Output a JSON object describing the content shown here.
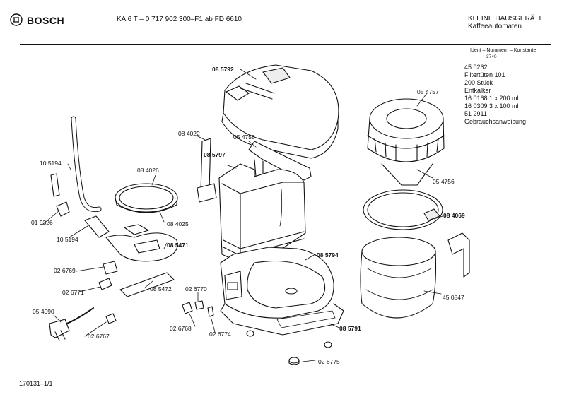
{
  "header": {
    "brand": "BOSCH",
    "model_line": "KA 6 T – 0 717 902 300–F1 ab FD 6610",
    "category_line1": "KLEINE HAUSGERÄTE",
    "category_line2": "Kaffeeautomaten",
    "ident_label": "Ident – Nummern – Konstante",
    "ident_number": "3740"
  },
  "accessories": [
    "45 0262",
    "Filtertüten 101",
    "200 Stück",
    "Entkalker",
    "16 0168    1 x 200 ml",
    "16 0309    3 x 100 ml",
    "51 2911",
    "Gebrauchsanweisung"
  ],
  "part_labels": {
    "p085792": "08 5792",
    "p084022": "08 4022",
    "p054755": "05 4755",
    "p085797": "08 5797",
    "p054757": "05 4757",
    "p054756": "05 4756",
    "p105194a": "10 5194",
    "p084026": "08 4026",
    "p084025": "08 4025",
    "p019326": "01 9326",
    "p105194b": "10 5194",
    "p085471": "08 5471",
    "p084069": "08 4069",
    "p026769": "02 6769",
    "p026771": "02 6771",
    "p085472": "08 5472",
    "p026770": "02 6770",
    "p085794": "08 5794",
    "p450847": "45 0847",
    "p054090": "05 4090",
    "p026768": "02 6768",
    "p026774": "02 6774",
    "p026767": "02 6767",
    "p085791": "08 5791",
    "p026775": "02 6775"
  },
  "footer": {
    "doc_id": "170131–1/1"
  }
}
